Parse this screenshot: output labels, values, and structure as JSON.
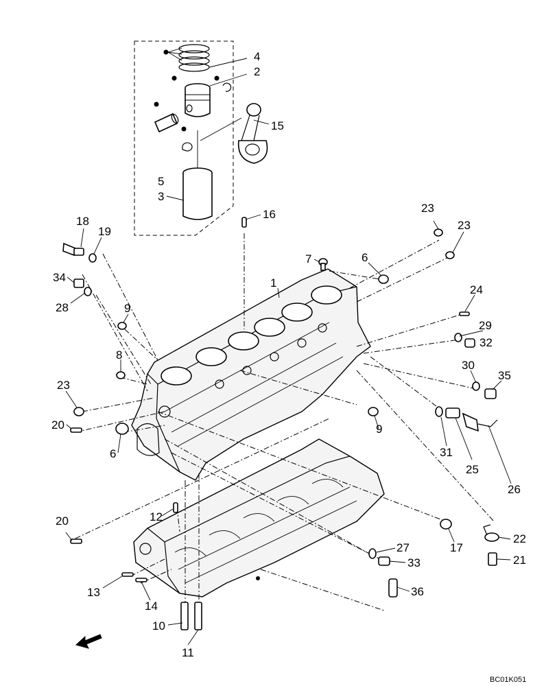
{
  "drawing_code": "BC01K051",
  "callouts": [
    {
      "id": "4",
      "text": "4"
    },
    {
      "id": "2",
      "text": "2"
    },
    {
      "id": "15",
      "text": "15"
    },
    {
      "id": "5",
      "text": "5"
    },
    {
      "id": "3",
      "text": "3"
    },
    {
      "id": "16",
      "text": "16"
    },
    {
      "id": "23a",
      "text": "23"
    },
    {
      "id": "23b",
      "text": "23"
    },
    {
      "id": "18",
      "text": "18"
    },
    {
      "id": "19",
      "text": "19"
    },
    {
      "id": "7",
      "text": "7"
    },
    {
      "id": "6a",
      "text": "6"
    },
    {
      "id": "34",
      "text": "34"
    },
    {
      "id": "1",
      "text": "1"
    },
    {
      "id": "28",
      "text": "28"
    },
    {
      "id": "24",
      "text": "24"
    },
    {
      "id": "9a",
      "text": "9"
    },
    {
      "id": "29",
      "text": "29"
    },
    {
      "id": "32",
      "text": "32"
    },
    {
      "id": "8",
      "text": "8"
    },
    {
      "id": "30",
      "text": "30"
    },
    {
      "id": "35",
      "text": "35"
    },
    {
      "id": "23c",
      "text": "23"
    },
    {
      "id": "20a",
      "text": "20"
    },
    {
      "id": "9b",
      "text": "9"
    },
    {
      "id": "6b",
      "text": "6"
    },
    {
      "id": "31",
      "text": "31"
    },
    {
      "id": "25",
      "text": "25"
    },
    {
      "id": "26",
      "text": "26"
    },
    {
      "id": "12",
      "text": "12"
    },
    {
      "id": "20b",
      "text": "20"
    },
    {
      "id": "17",
      "text": "17"
    },
    {
      "id": "22",
      "text": "22"
    },
    {
      "id": "27",
      "text": "27"
    },
    {
      "id": "33",
      "text": "33"
    },
    {
      "id": "21",
      "text": "21"
    },
    {
      "id": "13",
      "text": "13"
    },
    {
      "id": "36",
      "text": "36"
    },
    {
      "id": "14",
      "text": "14"
    },
    {
      "id": "10",
      "text": "10"
    },
    {
      "id": "11",
      "text": "11"
    }
  ],
  "icons": {
    "direction_arrow": "front-direction-arrow-icon"
  }
}
